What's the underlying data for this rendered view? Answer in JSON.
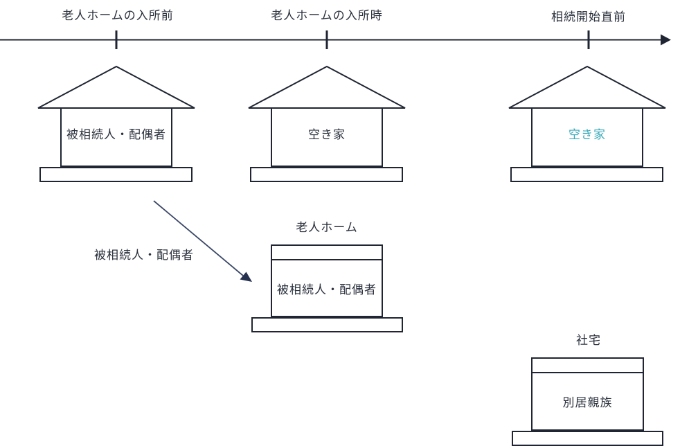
{
  "colors": {
    "line": "#1f2532",
    "text": "#2a303c",
    "vacant_highlight": "#35a8b8",
    "arrow": "#3a4766",
    "background": "#ffffff"
  },
  "timeline": {
    "milestones": [
      {
        "label": "老人ホームの入所前"
      },
      {
        "label": "老人ホームの入所時"
      },
      {
        "label": "相続開始直前"
      }
    ]
  },
  "houses": [
    {
      "label": "被相続人・配偶者",
      "highlighted": false
    },
    {
      "label": "空き家",
      "highlighted": false
    },
    {
      "label": "空き家",
      "highlighted": true
    }
  ],
  "move": {
    "label": "被相続人・配偶者"
  },
  "buildings": [
    {
      "title": "老人ホーム",
      "label": "被相続人・配偶者"
    },
    {
      "title": "社宅",
      "label": "別居親族"
    }
  ]
}
